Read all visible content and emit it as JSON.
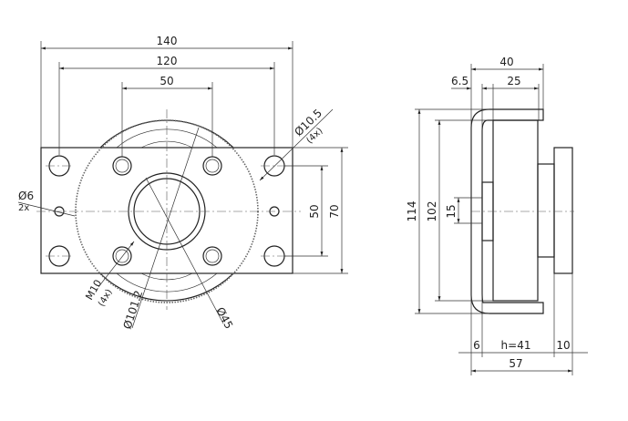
{
  "front_view": {
    "dims": {
      "width_overall": "140",
      "hole_spacing_outer": "120",
      "hole_spacing_inner": "50",
      "vertical_hole_spacing": "50",
      "height_overall": "70",
      "mount_hole_dia": "Ø10.5",
      "mount_hole_count": "(4x)",
      "small_hole_dia": "Ø6",
      "small_hole_count": "2x",
      "thread": "M10",
      "thread_count": "(4x)",
      "bolt_circle": "Ø101.2",
      "bore": "Ø45"
    }
  },
  "side_view": {
    "dims": {
      "depth_top": "40",
      "offset": "6.5",
      "wheel_width": "25",
      "height_outer": "114",
      "height_wheel": "102",
      "hub": "15",
      "bottom_left": "6",
      "height_h": "h=41",
      "flange": "10",
      "total_depth": "57"
    }
  }
}
